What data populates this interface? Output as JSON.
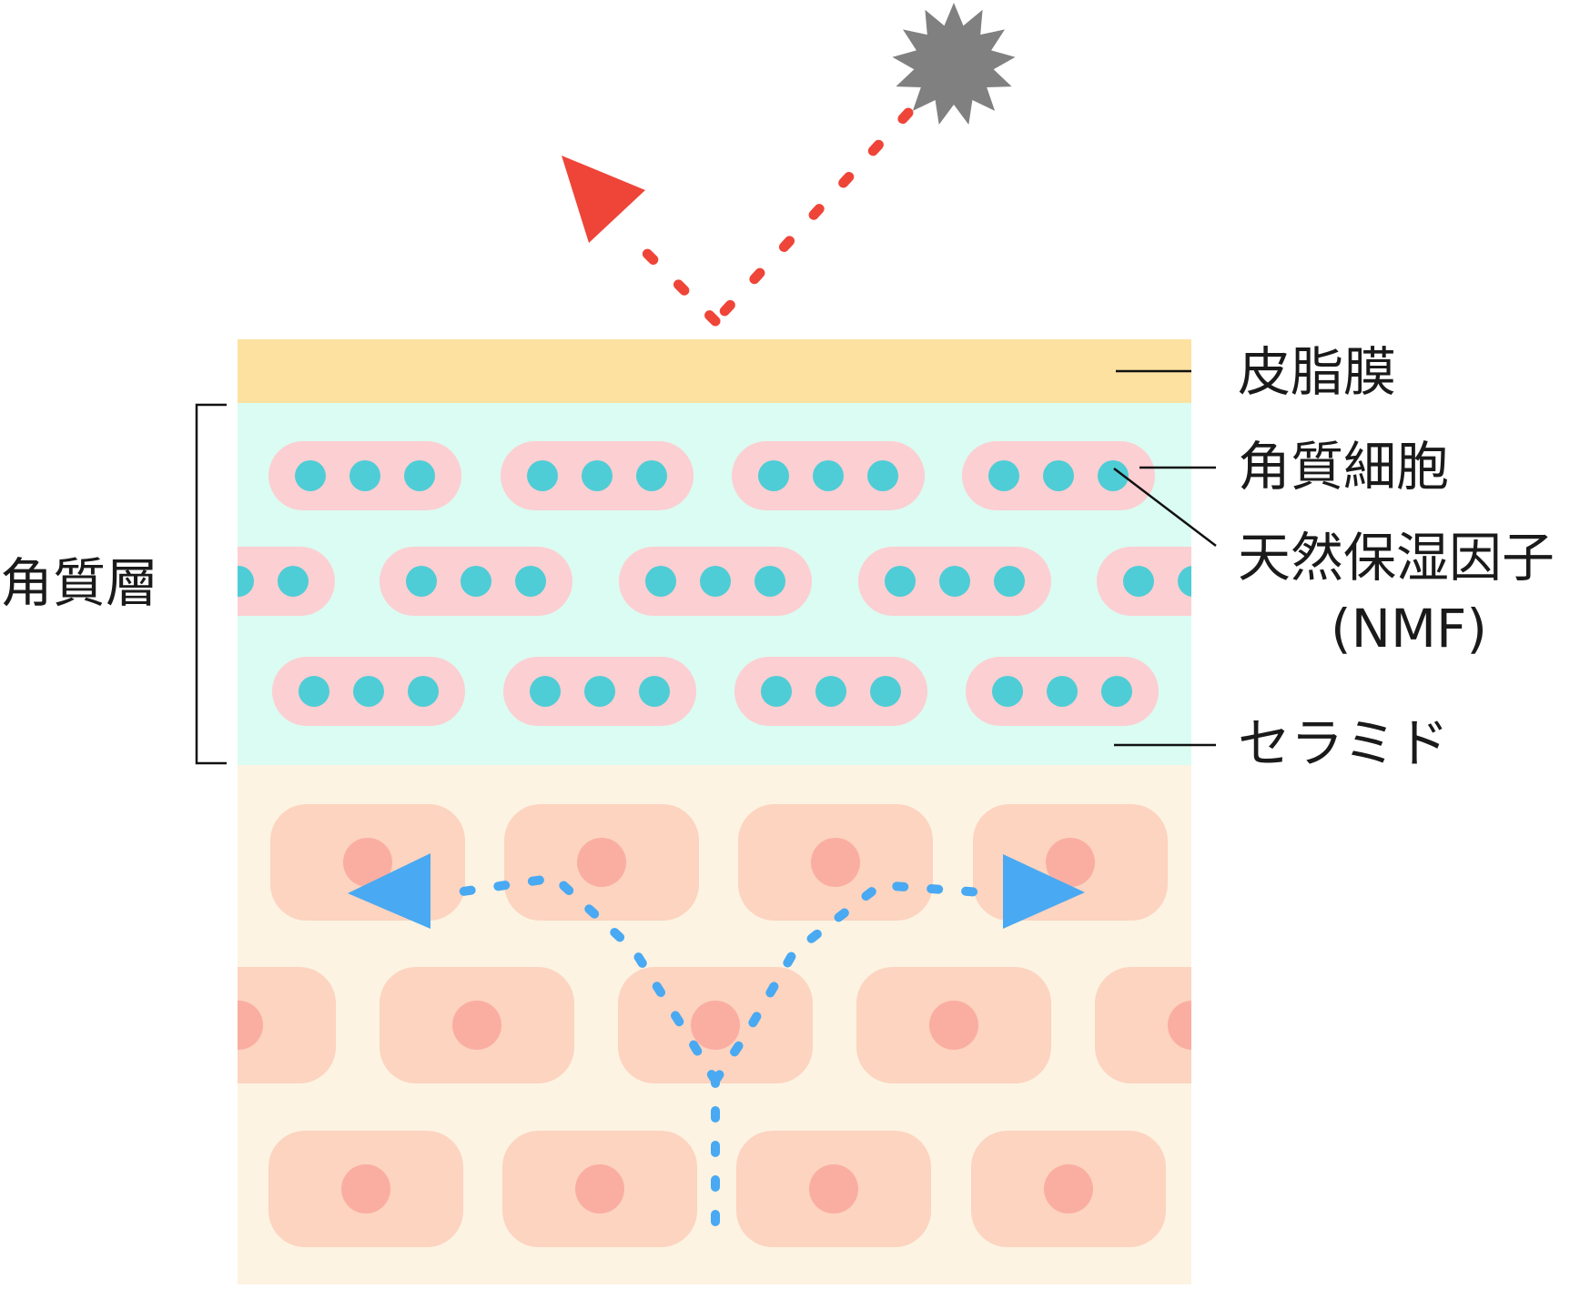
{
  "labels": {
    "sebum": "皮脂膜",
    "corneocyte": "角質細胞",
    "nmf_line1": "天然保湿因子",
    "nmf_line2": "(NMF)",
    "ceramide": "セラミド",
    "stratum_corneum": "角質層"
  },
  "colors": {
    "sebum_layer": "#fde1a0",
    "horny_layer": "#dbfcf2",
    "lower_layer": "#fdf3e2",
    "corneocyte": "#fccfd2",
    "nmf_dot": "#4ecdd6",
    "cell": "#fcd4c0",
    "nucleus": "#faaea1",
    "reflect_arrow": "#ef4438",
    "water_arrow": "#49a9f2",
    "irritant": "#808080",
    "leader_line": "#111111"
  },
  "icons": {
    "irritant": "spiky-star-icon",
    "reflect": "red-triangle-arrowhead-icon",
    "water": "blue-triangle-arrowhead-icon"
  }
}
